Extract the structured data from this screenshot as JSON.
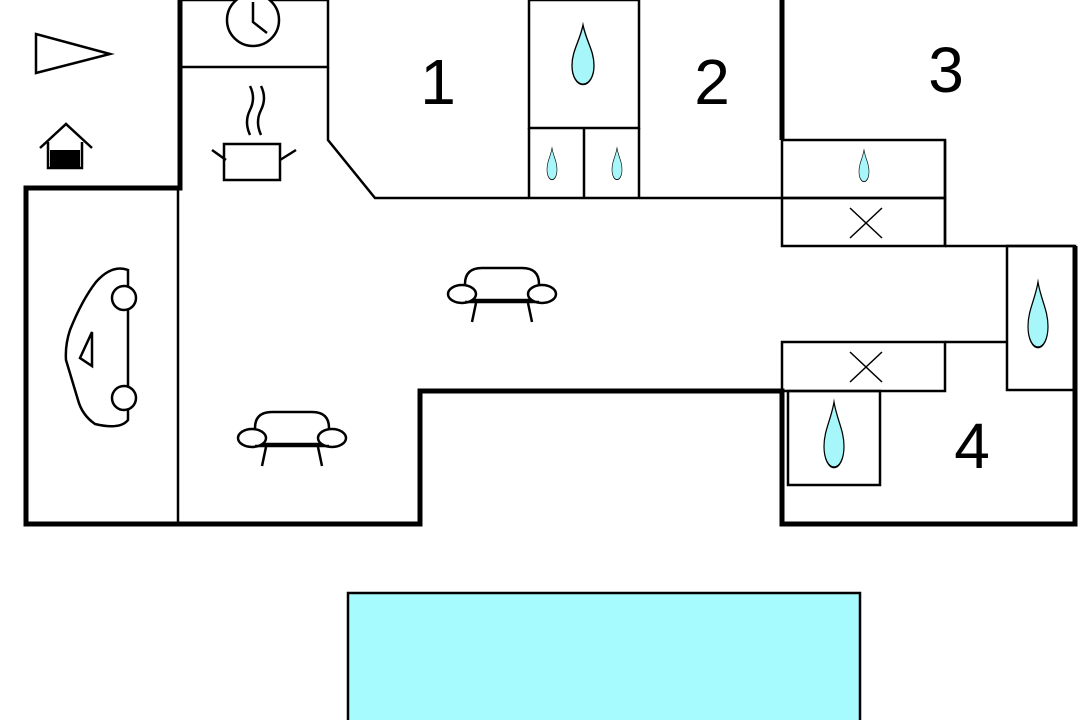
{
  "floor_plan": {
    "room_numbers": [
      "1",
      "2",
      "3",
      "4"
    ],
    "icons": {
      "direction": "direction-arrow-icon",
      "house": "house-icon",
      "clock": "clock-icon",
      "cooking_pot": "cooking-pot-icon",
      "car": "car-icon",
      "sofa": "sofa-icon",
      "water_drop": "water-drop-icon",
      "toilet": "toilet-icon"
    },
    "colors": {
      "walls": "#000000",
      "water": "#a6f6fa",
      "pool": "#a6fbff",
      "background": "#ffffff"
    }
  }
}
